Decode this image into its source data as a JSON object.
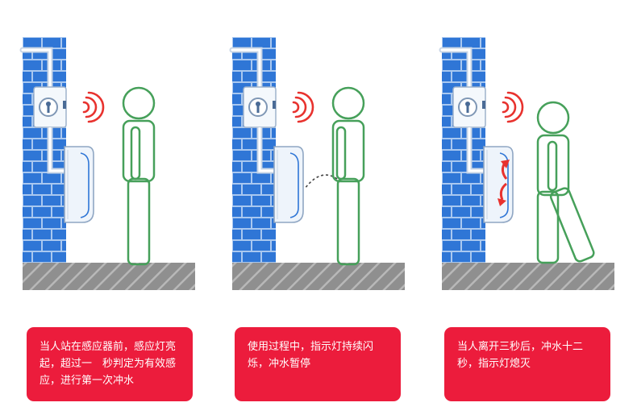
{
  "colors": {
    "brick": "#2f76d6",
    "mortar": "#a9c8f0",
    "ground": "#8f8f8f",
    "ground_hatch": "#bdbdbd",
    "person": "#46a05a",
    "signal": "#e8322e",
    "caption_bg": "#ec1c3c",
    "pipe": "#c9d6e6",
    "fixture": "#eef4fb"
  },
  "panels": [
    {
      "step": "detect",
      "person_pose": "standing",
      "sensor_signal": true,
      "caption": "当人站在感应器前，感应灯亮起，超过一　秒判定为有效感应，进行第一次冲水"
    },
    {
      "step": "in-use",
      "person_pose": "using",
      "sensor_signal": true,
      "caption": "使用过程中，指示灯持续闪烁，冲水暂停"
    },
    {
      "step": "leave",
      "person_pose": "walking-away",
      "sensor_signal": true,
      "flush_arrows": true,
      "caption": "当人离开三秒后，冲水十二秒，指示灯熄灭"
    }
  ]
}
